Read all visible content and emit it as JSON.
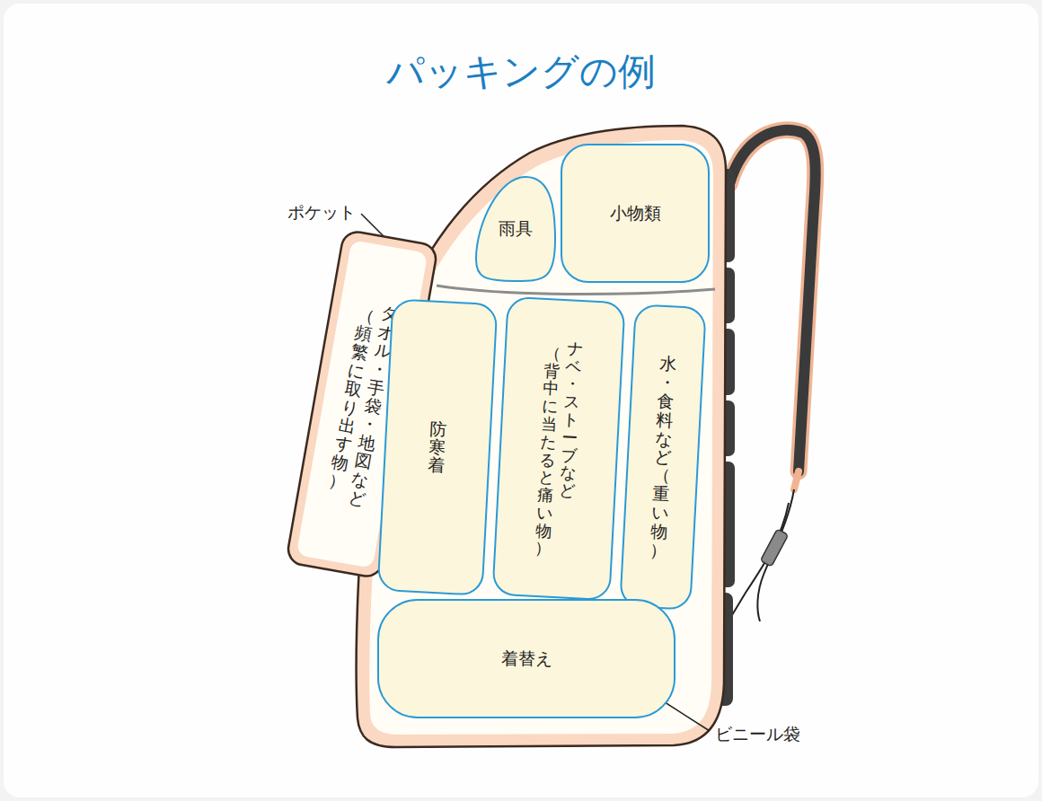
{
  "diagram": {
    "title": "パッキングの例",
    "nodes": [
      {
        "text": [
          "タオル・手袋・地図など",
          "（頻繁に取り出す物）"
        ]
      },
      {
        "text": [
          "雨具"
        ]
      },
      {
        "text": [
          "小物類"
        ]
      },
      {
        "text": [
          "防寒着"
        ]
      },
      {
        "text": [
          "ナベ・ストーブなど",
          "（背中に当たると痛い物）"
        ]
      },
      {
        "text": [
          "水・食料など（重い物）"
        ]
      },
      {
        "text": [
          "着替え"
        ]
      }
    ],
    "labels": [
      "ポケット",
      "ビニール袋"
    ]
  }
}
